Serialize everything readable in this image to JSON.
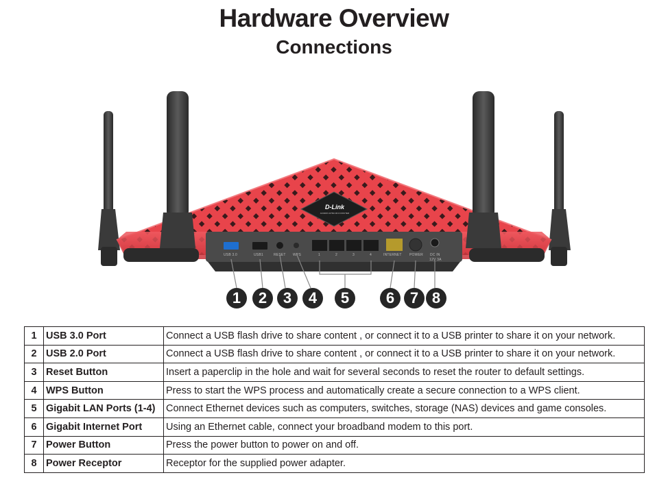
{
  "header": {
    "title": "Hardware Overview",
    "subtitle": "Connections"
  },
  "device": {
    "logo": "D-Link",
    "logo_sub": "AC3200 ULTRA Wi-Fi ROUTER",
    "body_color": "#e8444b",
    "port_labels": [
      "USB 3.0",
      "USB1",
      "RESET",
      "WPS",
      "1",
      "2",
      "3",
      "4",
      "INTERNET",
      "POWER",
      "DC IN",
      "12V 3A"
    ]
  },
  "callouts": [
    "1",
    "2",
    "3",
    "4",
    "5",
    "6",
    "7",
    "8"
  ],
  "table": {
    "rows": [
      {
        "num": "1",
        "name": "USB 3.0 Port",
        "desc": "Connect a USB flash drive to share content , or connect it to a USB printer to share it on your network."
      },
      {
        "num": "2",
        "name": "USB 2.0 Port",
        "desc": "Connect a USB flash drive to share content , or connect it to a USB printer to share it on your network."
      },
      {
        "num": "3",
        "name": "Reset Button",
        "desc": "Insert a paperclip in the hole and wait for several seconds to reset the router to default settings."
      },
      {
        "num": "4",
        "name": "WPS Button",
        "desc": "Press to start the WPS process and automatically create a secure connection to a WPS client."
      },
      {
        "num": "5",
        "name": "Gigabit LAN Ports (1-4)",
        "desc": "Connect Ethernet devices such as computers, switches, storage (NAS) devices and game consoles."
      },
      {
        "num": "6",
        "name": "Gigabit Internet Port",
        "desc": "Using an Ethernet cable, connect your broadband modem to this port."
      },
      {
        "num": "7",
        "name": "Power Button",
        "desc": "Press the power button to power on and off."
      },
      {
        "num": "8",
        "name": "Power Receptor",
        "desc": "Receptor for the supplied power adapter."
      }
    ]
  }
}
